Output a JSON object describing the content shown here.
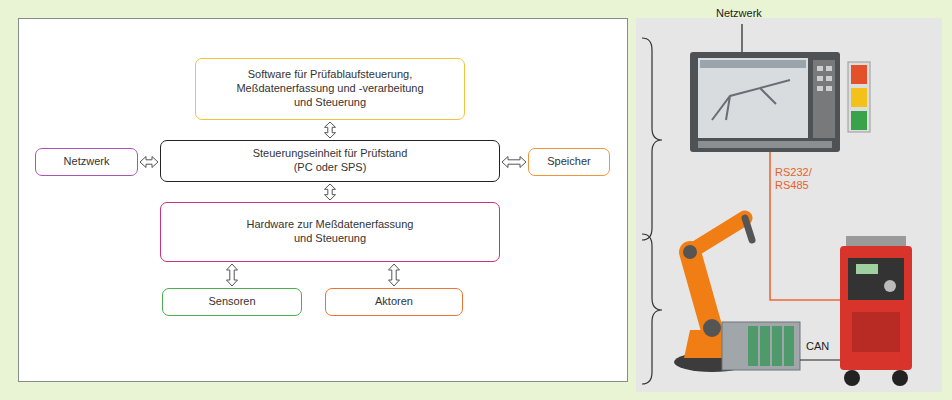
{
  "diagram": {
    "nodes": [
      {
        "text": [
          "Software für Prüfablaufsteuerung, Meßdatenerfassung und -verarbeitung und Steuerung"
        ]
      },
      {
        "text": [
          "Steuerungseinheit für Prüfstand (PC oder SPS)"
        ]
      },
      {
        "text": [
          "Netzwerk"
        ]
      },
      {
        "text": [
          "Speicher"
        ]
      },
      {
        "text": [
          "Hardware zur Meßdatenerfassung und Steuerung"
        ]
      },
      {
        "text": [
          "Sensoren"
        ]
      },
      {
        "text": [
          "Aktoren"
        ]
      }
    ],
    "edges": [
      {
        "from": 0,
        "to": 1,
        "arrow": "both"
      },
      {
        "from": 2,
        "to": 1,
        "arrow": "both"
      },
      {
        "from": 1,
        "to": 3,
        "arrow": "both"
      },
      {
        "from": 1,
        "to": 4,
        "arrow": "both"
      },
      {
        "from": 4,
        "to": 5,
        "arrow": "both"
      },
      {
        "from": 4,
        "to": 6,
        "arrow": "both"
      }
    ],
    "labels": [
      "Netzwerk",
      "RS232/ RS485",
      "CAN"
    ]
  }
}
